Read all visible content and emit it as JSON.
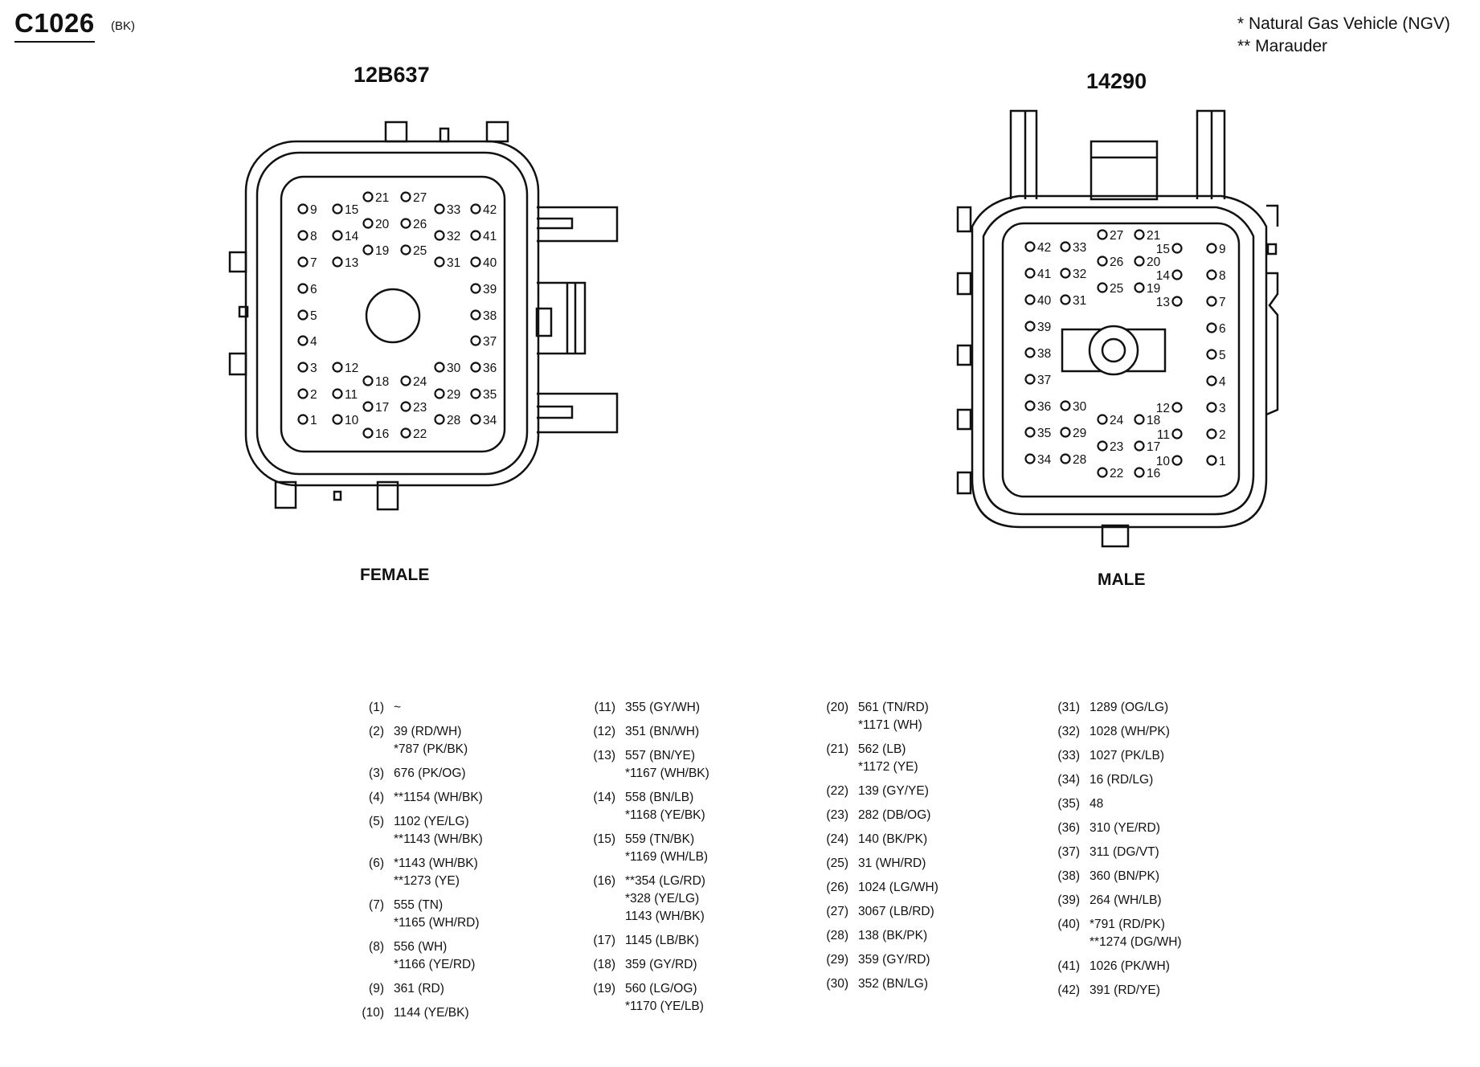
{
  "header": {
    "connector_id": "C1026",
    "color_code": "(BK)"
  },
  "notes": [
    "* Natural Gas Vehicle (NGV)",
    "** Marauder"
  ],
  "connectors": [
    {
      "part_number": "12B637",
      "gender": "FEMALE"
    },
    {
      "part_number": "14290",
      "gender": "MALE"
    }
  ],
  "pinout": [
    [
      {
        "pin": "(1)",
        "wires": [
          "~"
        ]
      },
      {
        "pin": "(2)",
        "wires": [
          "39 (RD/WH)",
          "*787 (PK/BK)"
        ]
      },
      {
        "pin": "(3)",
        "wires": [
          "676 (PK/OG)"
        ]
      },
      {
        "pin": "(4)",
        "wires": [
          "**1154 (WH/BK)"
        ]
      },
      {
        "pin": "(5)",
        "wires": [
          "1102 (YE/LG)",
          "**1143 (WH/BK)"
        ]
      },
      {
        "pin": "(6)",
        "wires": [
          "*1143 (WH/BK)",
          "**1273 (YE)"
        ]
      },
      {
        "pin": "(7)",
        "wires": [
          "555 (TN)",
          "*1165 (WH/RD)"
        ]
      },
      {
        "pin": "(8)",
        "wires": [
          "556 (WH)",
          "*1166 (YE/RD)"
        ]
      },
      {
        "pin": "(9)",
        "wires": [
          "361 (RD)"
        ]
      },
      {
        "pin": "(10)",
        "wires": [
          "1144 (YE/BK)"
        ]
      }
    ],
    [
      {
        "pin": "(11)",
        "wires": [
          "355 (GY/WH)"
        ]
      },
      {
        "pin": "(12)",
        "wires": [
          "351 (BN/WH)"
        ]
      },
      {
        "pin": "(13)",
        "wires": [
          "557 (BN/YE)",
          "*1167 (WH/BK)"
        ]
      },
      {
        "pin": "(14)",
        "wires": [
          "558 (BN/LB)",
          "*1168 (YE/BK)"
        ]
      },
      {
        "pin": "(15)",
        "wires": [
          "559 (TN/BK)",
          "*1169 (WH/LB)"
        ]
      },
      {
        "pin": "(16)",
        "wires": [
          "**354 (LG/RD)",
          "*328 (YE/LG)",
          "1143 (WH/BK)"
        ]
      },
      {
        "pin": "(17)",
        "wires": [
          "1145 (LB/BK)"
        ]
      },
      {
        "pin": "(18)",
        "wires": [
          "359 (GY/RD)"
        ]
      },
      {
        "pin": "(19)",
        "wires": [
          "560 (LG/OG)",
          "*1170 (YE/LB)"
        ]
      }
    ],
    [
      {
        "pin": "(20)",
        "wires": [
          "561 (TN/RD)",
          "*1171 (WH)"
        ]
      },
      {
        "pin": "(21)",
        "wires": [
          "562 (LB)",
          "*1172 (YE)"
        ]
      },
      {
        "pin": "(22)",
        "wires": [
          "139 (GY/YE)"
        ]
      },
      {
        "pin": "(23)",
        "wires": [
          "282 (DB/OG)"
        ]
      },
      {
        "pin": "(24)",
        "wires": [
          "140 (BK/PK)"
        ]
      },
      {
        "pin": "(25)",
        "wires": [
          "31 (WH/RD)"
        ]
      },
      {
        "pin": "(26)",
        "wires": [
          "1024 (LG/WH)"
        ]
      },
      {
        "pin": "(27)",
        "wires": [
          "3067 (LB/RD)"
        ]
      },
      {
        "pin": "(28)",
        "wires": [
          "138 (BK/PK)"
        ]
      },
      {
        "pin": "(29)",
        "wires": [
          "359 (GY/RD)"
        ]
      },
      {
        "pin": "(30)",
        "wires": [
          "352 (BN/LG)"
        ]
      }
    ],
    [
      {
        "pin": "(31)",
        "wires": [
          "1289 (OG/LG)"
        ]
      },
      {
        "pin": "(32)",
        "wires": [
          "1028 (WH/PK)"
        ]
      },
      {
        "pin": "(33)",
        "wires": [
          "1027 (PK/LB)"
        ]
      },
      {
        "pin": "(34)",
        "wires": [
          "16 (RD/LG)"
        ]
      },
      {
        "pin": "(35)",
        "wires": [
          "48"
        ]
      },
      {
        "pin": "(36)",
        "wires": [
          "310 (YE/RD)"
        ]
      },
      {
        "pin": "(37)",
        "wires": [
          "311 (DG/VT)"
        ]
      },
      {
        "pin": "(38)",
        "wires": [
          "360 (BN/PK)"
        ]
      },
      {
        "pin": "(39)",
        "wires": [
          "264 (WH/LB)"
        ]
      },
      {
        "pin": "(40)",
        "wires": [
          "*791 (RD/PK)",
          "**1274 (DG/WH)"
        ]
      },
      {
        "pin": "(41)",
        "wires": [
          "1026 (PK/WH)"
        ]
      },
      {
        "pin": "(42)",
        "wires": [
          "391 (RD/YE)"
        ]
      }
    ]
  ]
}
